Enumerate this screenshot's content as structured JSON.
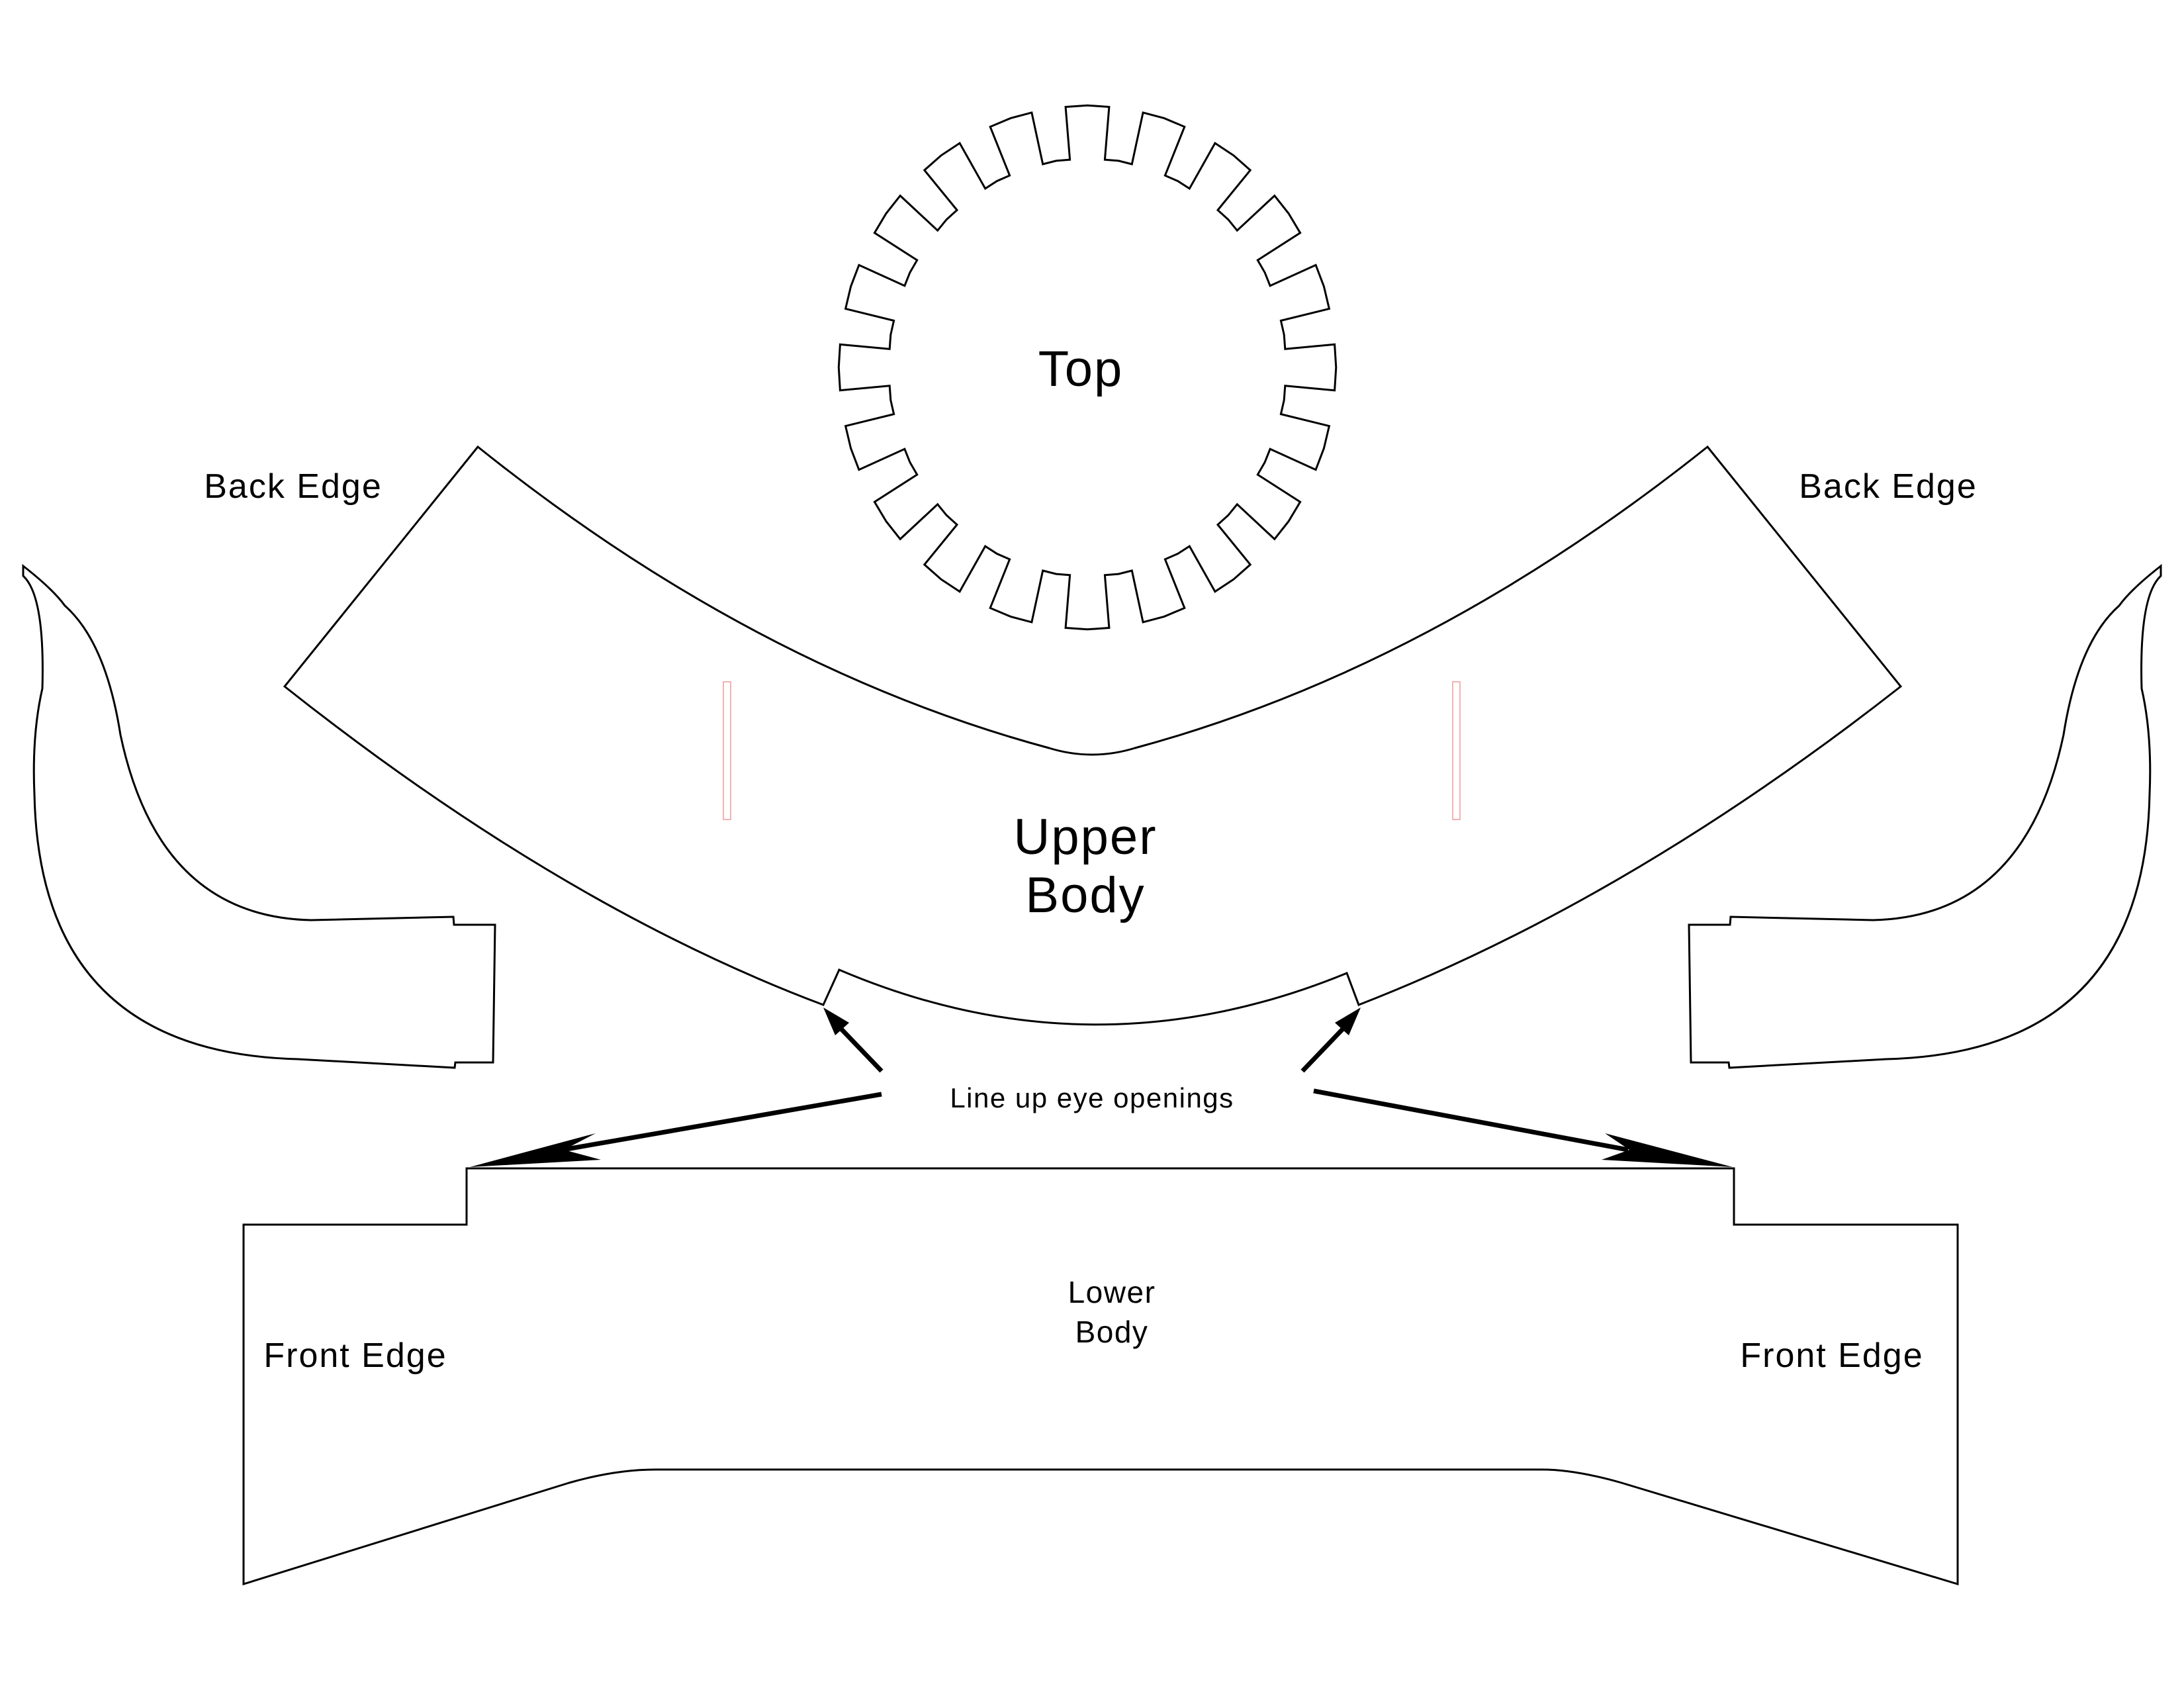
{
  "labels": {
    "top": "Top",
    "upper_body_line1": "Upper",
    "upper_body_line2": "Body",
    "lower_body_line1": "Lower",
    "lower_body_line2": "Body",
    "back_edge_left": "Back Edge",
    "back_edge_right": "Back Edge",
    "front_edge_left": "Front Edge",
    "front_edge_right": "Front Edge",
    "instruction": "Line up eye openings"
  },
  "top_piece": {
    "tab_count": 20
  },
  "colors": {
    "outline": "#000000",
    "slot": "#f2a0a0",
    "background": "#ffffff"
  }
}
